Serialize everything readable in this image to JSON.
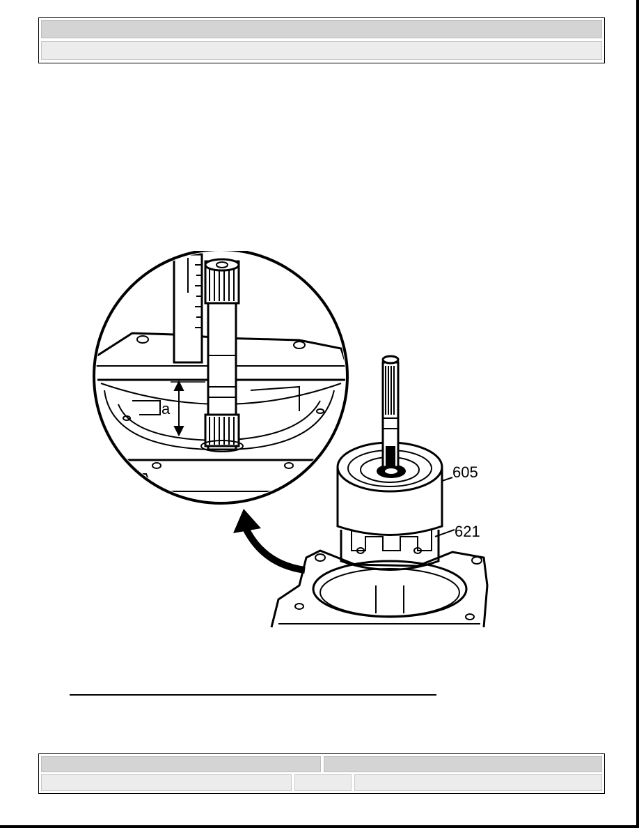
{
  "header": {
    "title": "",
    "subtitle": ""
  },
  "figure": {
    "callouts": [
      "a",
      "605",
      "621"
    ]
  },
  "footer": {
    "row1": [
      "",
      ""
    ],
    "row2": [
      "",
      "",
      ""
    ]
  }
}
